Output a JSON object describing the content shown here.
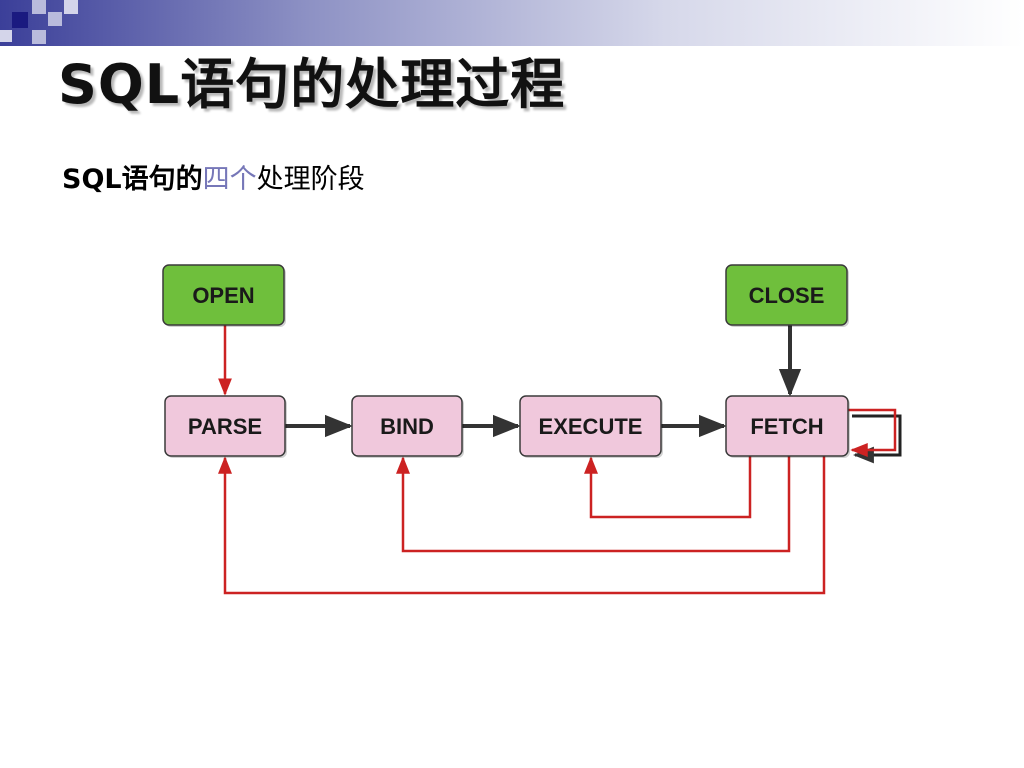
{
  "slide": {
    "title": "SQL语句的处理过程",
    "subtitle_prefix": "SQL语句的",
    "subtitle_highlight": "四个",
    "subtitle_suffix": "处理阶段"
  },
  "diagram": {
    "nodes": [
      {
        "id": "open",
        "label": "OPEN",
        "color": "#6fbf3c"
      },
      {
        "id": "close",
        "label": "CLOSE",
        "color": "#6fbf3c"
      },
      {
        "id": "parse",
        "label": "PARSE",
        "color": "#f0c8dc"
      },
      {
        "id": "bind",
        "label": "BIND",
        "color": "#f0c8dc"
      },
      {
        "id": "execute",
        "label": "EXECUTE",
        "color": "#f0c8dc"
      },
      {
        "id": "fetch",
        "label": "FETCH",
        "color": "#f0c8dc"
      }
    ],
    "edges": [
      {
        "from": "open",
        "to": "parse",
        "color": "#cc2222"
      },
      {
        "from": "parse",
        "to": "bind",
        "color": "#333333"
      },
      {
        "from": "bind",
        "to": "execute",
        "color": "#333333"
      },
      {
        "from": "execute",
        "to": "fetch",
        "color": "#333333"
      },
      {
        "from": "close",
        "to": "fetch",
        "color": "#333333"
      },
      {
        "from": "fetch",
        "to": "fetch",
        "color": "#cc2222"
      },
      {
        "from": "fetch",
        "to": "execute",
        "color": "#cc2222"
      },
      {
        "from": "fetch",
        "to": "bind",
        "color": "#cc2222"
      },
      {
        "from": "fetch",
        "to": "parse",
        "color": "#cc2222"
      }
    ]
  }
}
